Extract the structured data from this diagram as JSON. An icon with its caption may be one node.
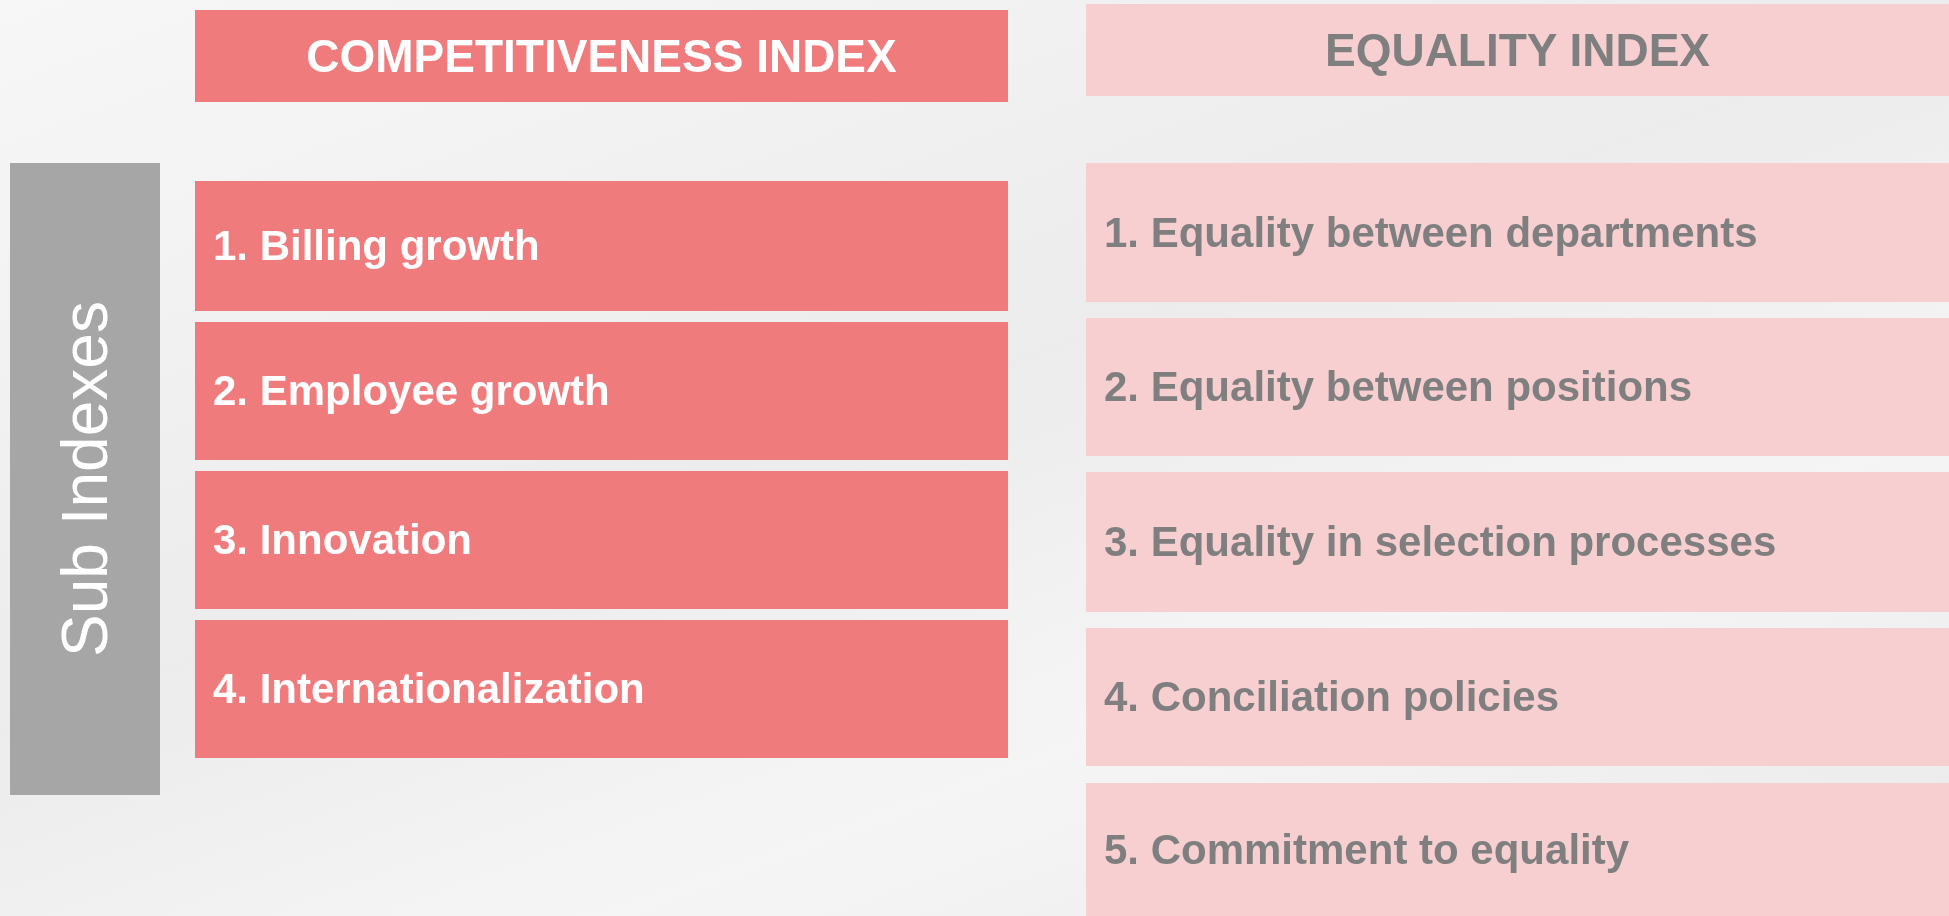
{
  "diagram": {
    "nodes": [
      {
        "text": [
          "COMPETITIVENESS INDEX"
        ]
      },
      {
        "text": [
          "EQUALITY INDEX"
        ]
      },
      {
        "text": [
          "Sub Indexes"
        ]
      },
      {
        "text": [
          "1. Billing growth"
        ]
      },
      {
        "text": [
          "2. Employee growth"
        ]
      },
      {
        "text": [
          "3. Innovation"
        ]
      },
      {
        "text": [
          "4. Internationalization"
        ]
      },
      {
        "text": [
          "1. Equality between departments"
        ]
      },
      {
        "text": [
          "2. Equality between positions"
        ]
      },
      {
        "text": [
          "3. Equality in selection processes"
        ]
      },
      {
        "text": [
          "4. Conciliation policies"
        ]
      },
      {
        "text": [
          "5. Commitment to equality"
        ]
      }
    ]
  }
}
